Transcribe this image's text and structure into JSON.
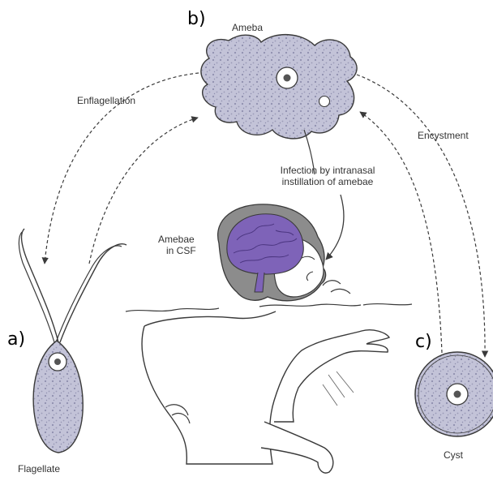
{
  "panels": {
    "a": "a)",
    "b": "b)",
    "c": "c)"
  },
  "labels": {
    "ameba": "Ameba",
    "enflagellation": "Enflagellation",
    "encystment": "Encystment",
    "infection_line1": "Infection by intranasal",
    "infection_line2": "instillation of amebae",
    "amebae_line1": "Amebae",
    "amebae_line2": "in CSF",
    "cyst": "Cyst",
    "flagellate": "Flagellate"
  },
  "colors": {
    "cytoplasm": "#b9b9d2",
    "brain": "#7e63b8",
    "head_gray": "#8c8c8c",
    "outline": "#3a3a3a"
  }
}
